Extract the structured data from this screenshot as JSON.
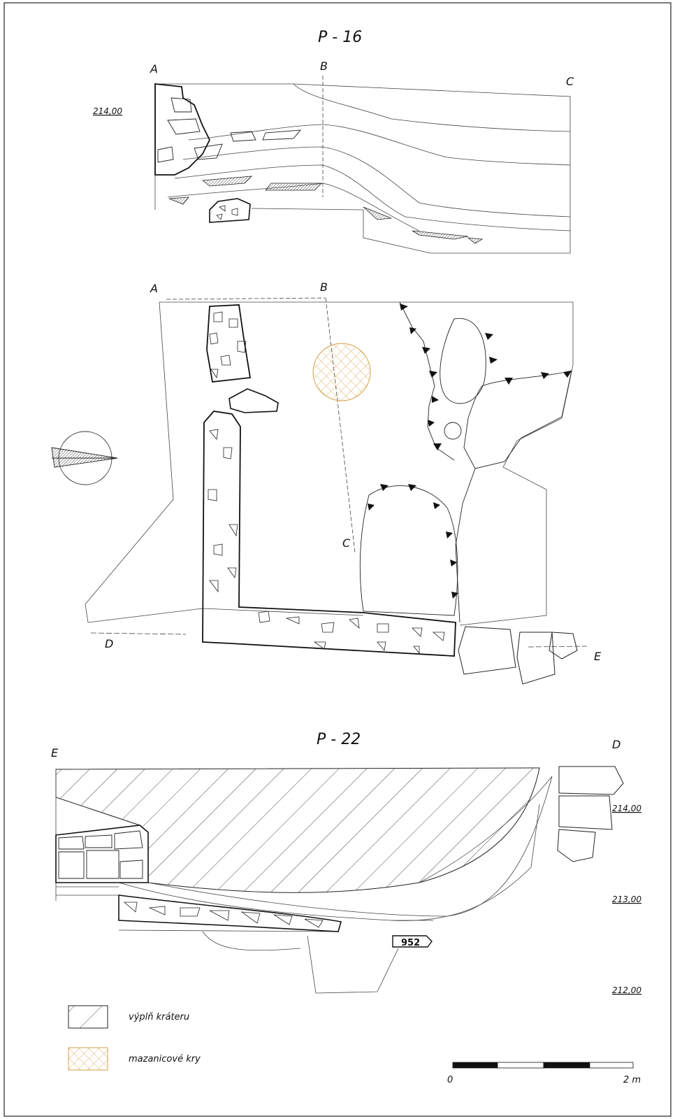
{
  "section_top": {
    "title": "P  - 16",
    "point_a": "A",
    "point_b": "B",
    "point_c": "C",
    "level": "214,00"
  },
  "plan": {
    "point_a": "A",
    "point_b": "B",
    "point_c": "C",
    "point_d": "D",
    "point_e": "E",
    "north_arrow_icon": "north-arrow-icon"
  },
  "section_bottom": {
    "title": "P  - 22",
    "point_e": "E",
    "point_d": "D",
    "levels": [
      "214,00",
      "213,00",
      "212,00"
    ],
    "find_number": "952"
  },
  "legend": {
    "items": [
      {
        "label": "výplň kráteru",
        "pattern": "diagonal-hatch",
        "color": "#222222"
      },
      {
        "label": "mazanicové kry",
        "pattern": "cross-hatch",
        "color": "#d4a24a"
      }
    ]
  },
  "scale_bar": {
    "start_label": "0",
    "end_label": "2  m"
  },
  "colors": {
    "line": "#111111",
    "daub": "#d4a24a"
  }
}
